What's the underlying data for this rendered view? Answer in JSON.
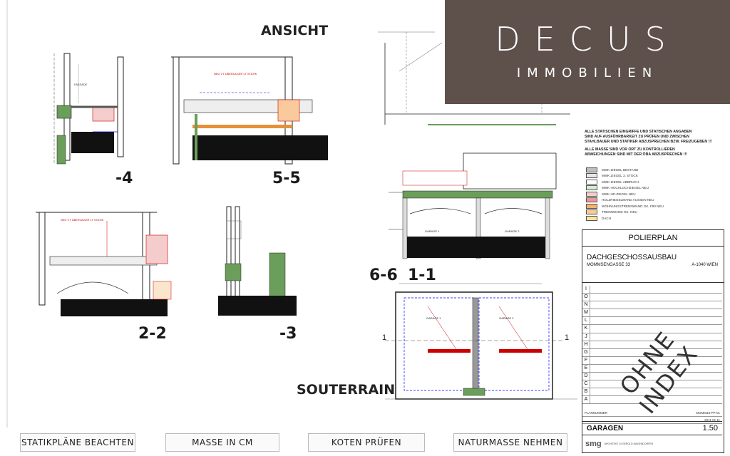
{
  "titles": {
    "ansicht": "ANSICHT",
    "souterrain": "SOUTERRAIN"
  },
  "sections": {
    "s4": "-4",
    "s55": "5-5",
    "s22": "2-2",
    "s3": "-3",
    "s66": "6-6",
    "s11": "1-1",
    "marker1_left": "1",
    "marker1_right": "1"
  },
  "brand": {
    "name": "DECUS",
    "tagline": "IMMOBILIEN",
    "bg_color": "#5e504a"
  },
  "notes": [
    "ALLE STATISCHEN EINGRIFFE UND STATISCHEN ANGABEN",
    "SIND AUF AUSFÜHRBARKEIT ZU PRÜFEN UND ZWISCHEN",
    "STAHLBAUER UND STATIKER ABZUSPRECHEN BZW. FREIZUGEBEN !!!",
    "ALLE MASSE SIND VOR ORT ZU KONTROLLIEREN",
    "ABWEICHUNGEN SIND MIT DER ÖBA ABZUSPRECHEN !!!"
  ],
  "legend": [
    {
      "label": "MWK ZIEGEL BESTAND",
      "color": "#bfbfbf"
    },
    {
      "label": "MWK ZIEGEL 3. STOCK",
      "color": "#e6e6e6"
    },
    {
      "label": "MWK ZIEGEL ABBRUCH",
      "color": "#ffffff"
    },
    {
      "label": "MWK HOCHLOCHZIEGEL NEU",
      "color": "#d9ead3"
    },
    {
      "label": "MWK HP-ZIEGEL NEU",
      "color": "#f4cccc"
    },
    {
      "label": "HOLZRIEGELWAND AUSSEN NEU",
      "color": "#ea9999"
    },
    {
      "label": "WOHNUNGSTRENNWAND GK. F90 NEU",
      "color": "#f6b26b"
    },
    {
      "label": "TRENNWAND GK. NEU",
      "color": "#f9cb9c"
    },
    {
      "label": "DACH",
      "color": "#ffe599"
    }
  ],
  "titleblock": {
    "header": "POLIERPLAN",
    "project": "DACHGESCHOSSAUSBAU",
    "address": "MOMMSENGASSE 33",
    "city": "A-1040 WIEN",
    "index_letters": [
      "I",
      "O",
      "N",
      "M",
      "L",
      "K",
      "J",
      "H",
      "G",
      "F",
      "E",
      "D",
      "C",
      "B",
      "A"
    ],
    "stamp": "OHNE INDEX",
    "plan_no_label": "PLANNUMMER",
    "plan_no": "MOMM33-PP-01",
    "date": "2011 01 11",
    "drawing_name": "GARAGEN",
    "scale": "1.50",
    "logo": "smg",
    "architect": "ARCHITEKT DI GEROLD MAGENDORFER"
  },
  "footer": {
    "b1": "STATIKPLÄNE BEACHTEN",
    "b2": "MASSE IN CM",
    "b3": "KOTEN PRÜFEN",
    "b4": "NATURMASSE NEHMEN"
  }
}
